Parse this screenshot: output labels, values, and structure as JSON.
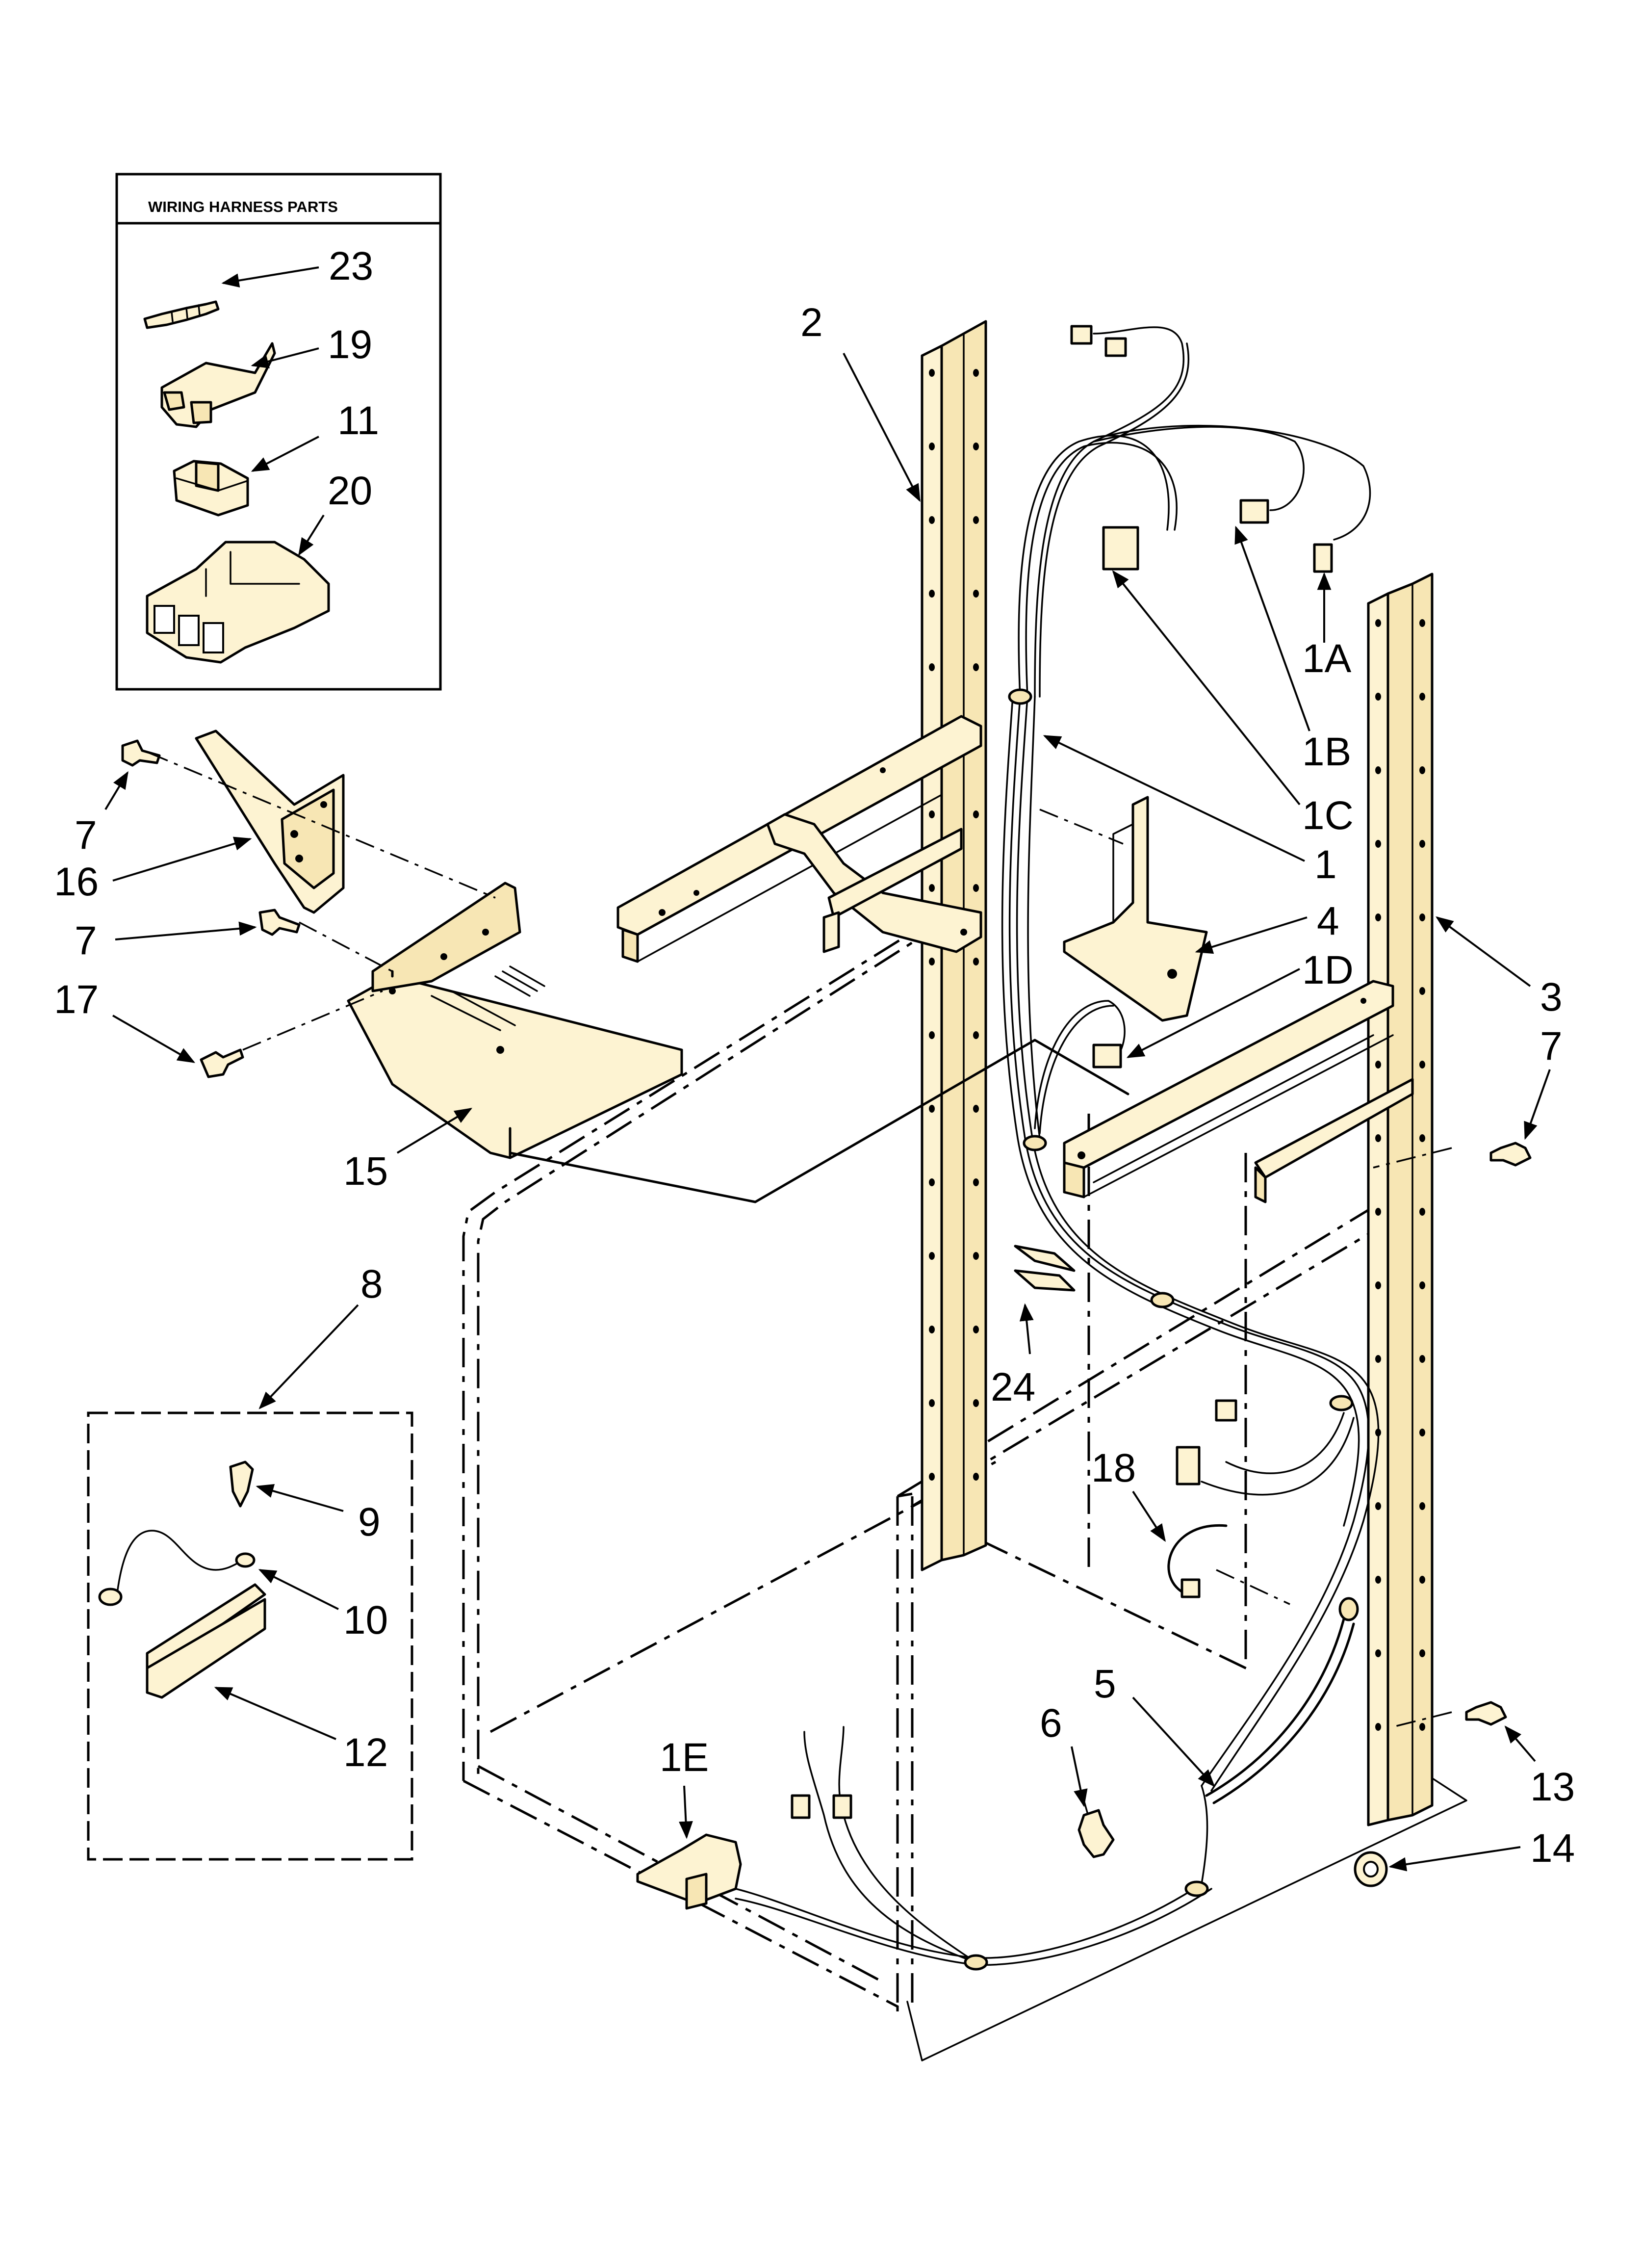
{
  "inset": {
    "title": "WIRING HARNESS PARTS"
  },
  "labels": {
    "l23": "23",
    "l19": "19",
    "l11": "11",
    "l20": "20",
    "l2": "2",
    "l1A": "1A",
    "l1B": "1B",
    "l1C": "1C",
    "l1": "1",
    "l4": "4",
    "l1D": "1D",
    "l3": "3",
    "l7a": "7",
    "l16": "16",
    "l7b": "7",
    "l17": "17",
    "l15": "15",
    "l7c": "7",
    "l8": "8",
    "l9": "9",
    "l10": "10",
    "l12": "12",
    "l24": "24",
    "l18": "18",
    "l5": "5",
    "l6": "6",
    "l1E": "1E",
    "l13": "13",
    "l14": "14"
  },
  "colors": {
    "part_fill": "#fdf3d2",
    "part_fill_dark": "#f7e6b4",
    "line": "#000000",
    "background": "#ffffff"
  }
}
